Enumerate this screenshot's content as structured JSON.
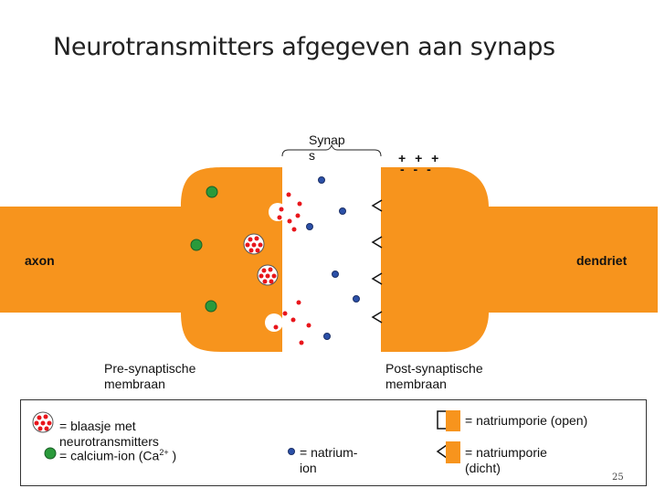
{
  "title": "Neurotransmitters afgegeven aan synaps",
  "labels": {
    "synaps": "Synap\ns",
    "axon": "axon",
    "dendriet": "dendriet",
    "charges_top": "+ + +",
    "charges_bottom": "- - -",
    "pre_membrane": "Pre-synaptische\nmembraan",
    "post_membrane": "Post-synaptische\nmembraan"
  },
  "legend": {
    "vesicle": "= blaasje met\nneurotransmitters",
    "calcium": "= calcium-ion (Ca",
    "calcium_sup": "2+",
    "calcium_end": " )",
    "sodium": "= natrium-\nion",
    "pump_open": "= natriumporie (open)",
    "pump_closed": "= natriumporie\n(dicht)"
  },
  "page_number": "25",
  "colors": {
    "membrane": "#F7941D",
    "neurotransmitter": "#E8151B",
    "calcium": "#2A9A3B",
    "sodium": "#2B50A8"
  }
}
